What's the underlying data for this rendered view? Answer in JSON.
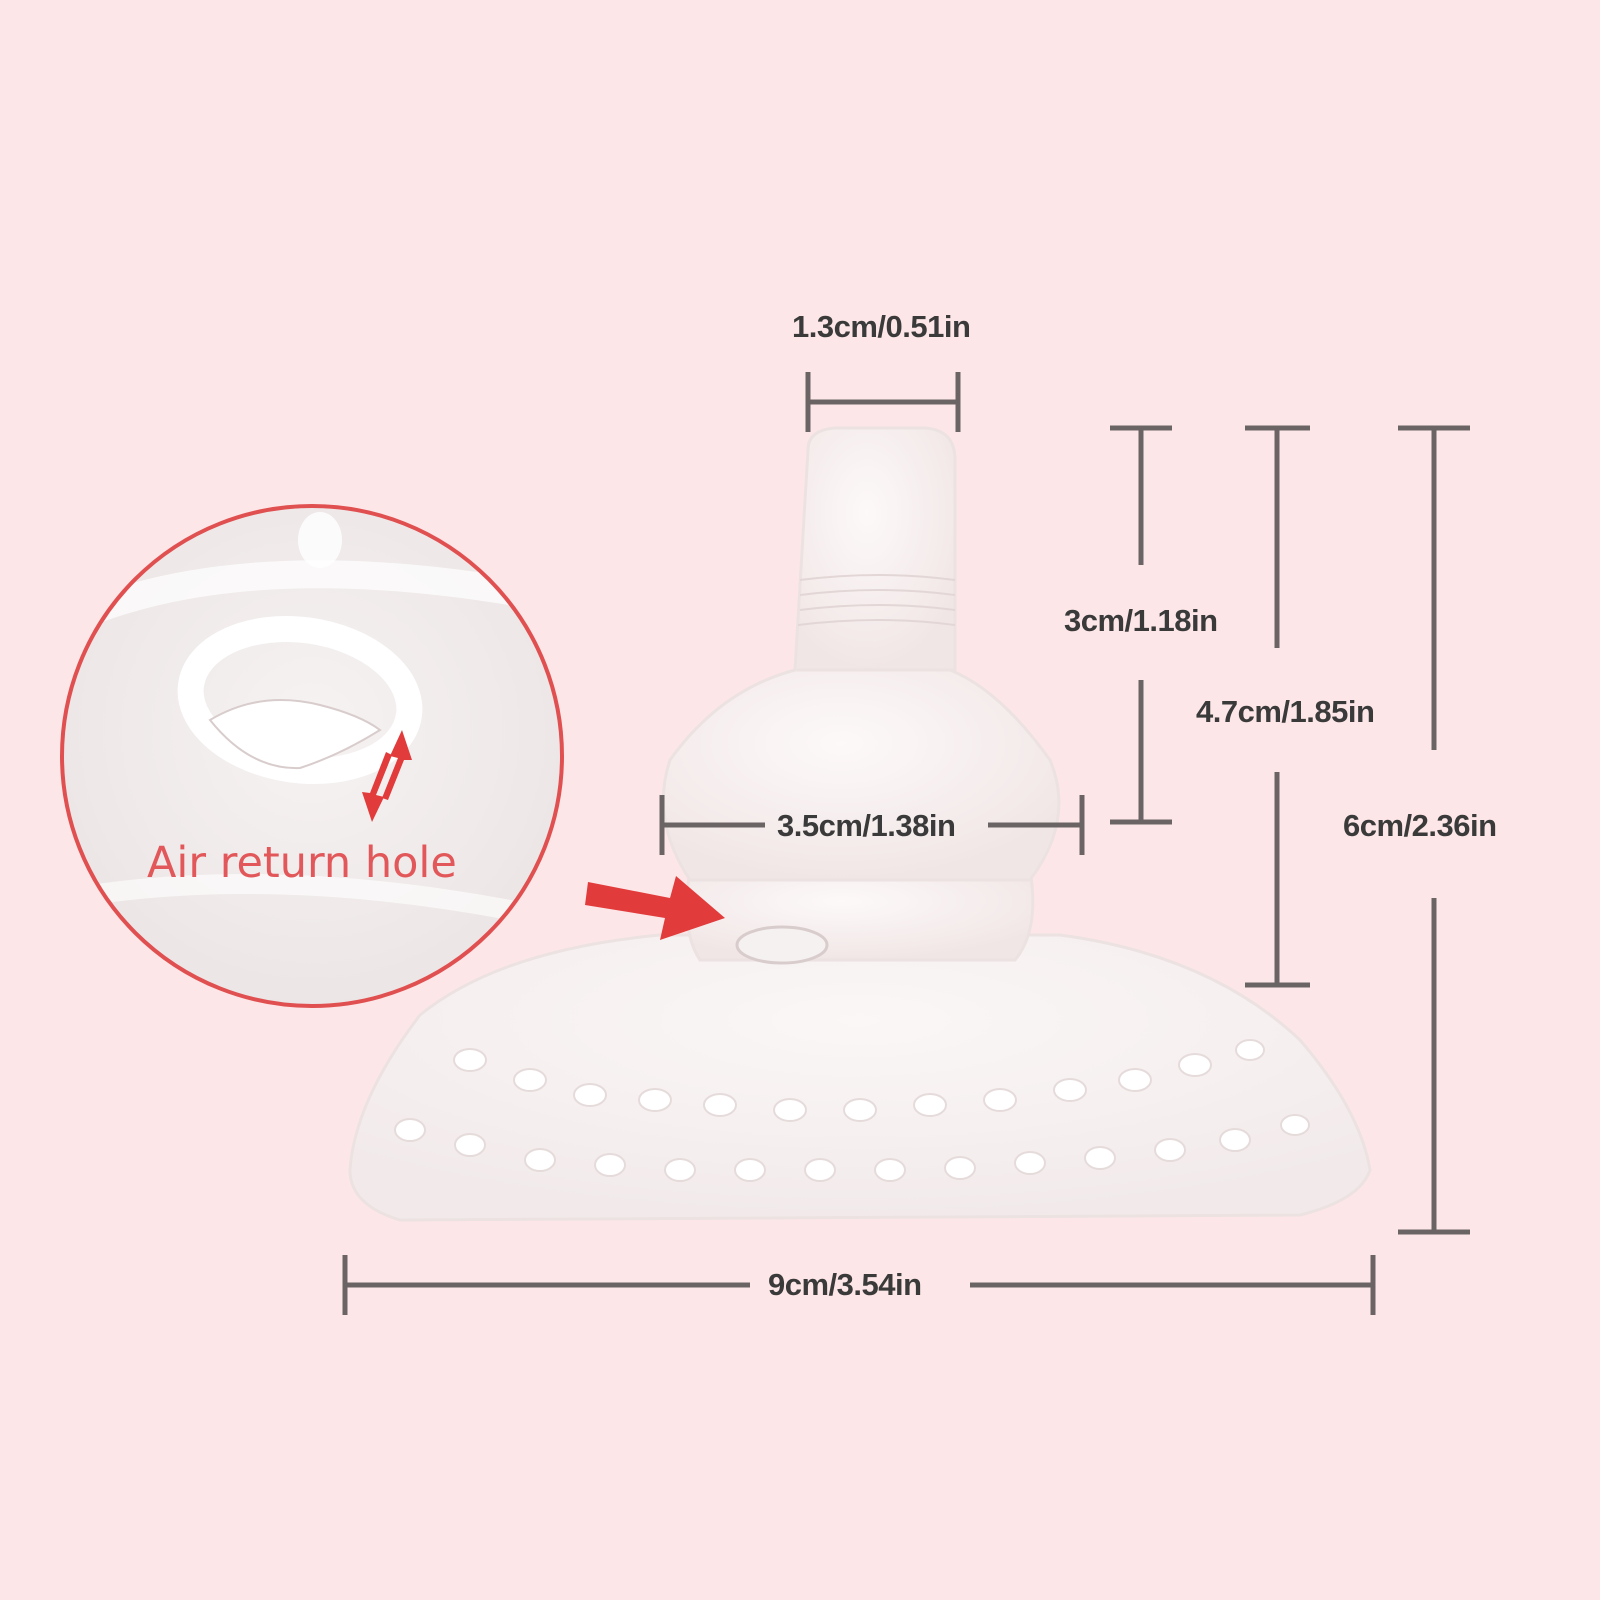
{
  "colors": {
    "background": "#fde6e7",
    "dimension_line": "#6b6464",
    "dimension_text": "#3a3a3a",
    "accent_red": "#e23b3b",
    "callout_border": "#e05050",
    "callout_text": "#e2585a",
    "silicone": "#f8f3f3"
  },
  "product": {
    "icon": "silicone-nipple-shield"
  },
  "callout": {
    "label": "Air return hole",
    "icon": "magnified-hole-detail",
    "arrow_icon": "double-headed-arrow"
  },
  "dimensions": {
    "tip_width": "1.3cm/0.51in",
    "bulb_width": "3.5cm/1.38in",
    "tip_height": "3cm/1.18in",
    "nipple_height": "4.7cm/1.85in",
    "total_height": "6cm/2.36in",
    "base_width": "9cm/3.54in"
  }
}
